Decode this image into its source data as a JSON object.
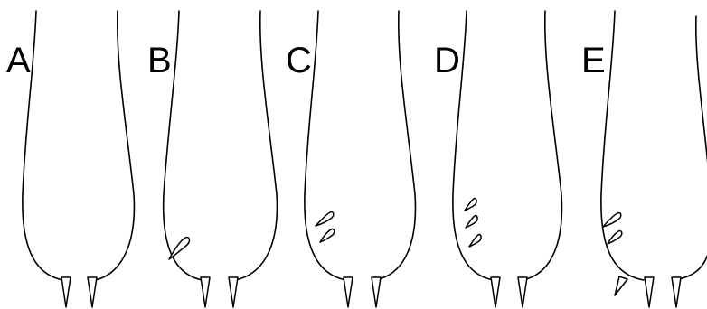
{
  "panels": [
    {
      "label": "A"
    },
    {
      "label": "B"
    },
    {
      "label": "C"
    },
    {
      "label": "D"
    },
    {
      "label": "E"
    }
  ],
  "colors": {
    "stroke": "#000000",
    "fill": "#ffffff",
    "background": "#ffffff"
  }
}
